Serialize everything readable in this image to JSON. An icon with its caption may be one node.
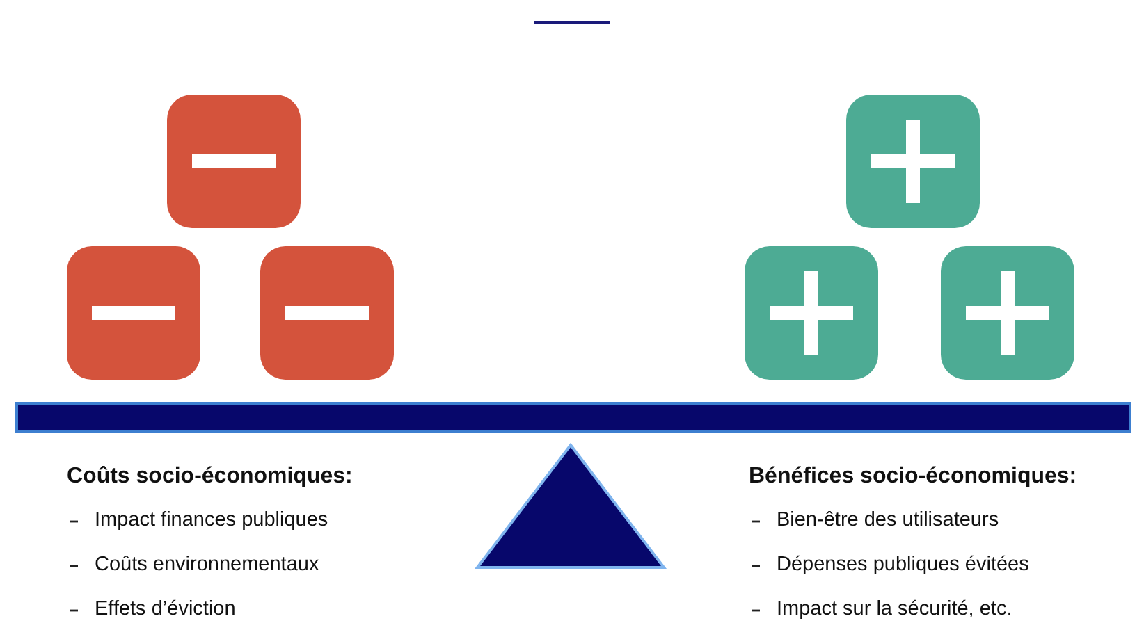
{
  "diagram": {
    "labels": [
      "Coûts socio-économiques:",
      "Impact finances publiques",
      "Coûts environnementaux",
      "Effets d’éviction",
      "Bénéfices socio-économiques:",
      "Bien-être des utilisateurs",
      "Dépenses publiques évitées",
      "Impact sur la sécurité, etc."
    ]
  }
}
